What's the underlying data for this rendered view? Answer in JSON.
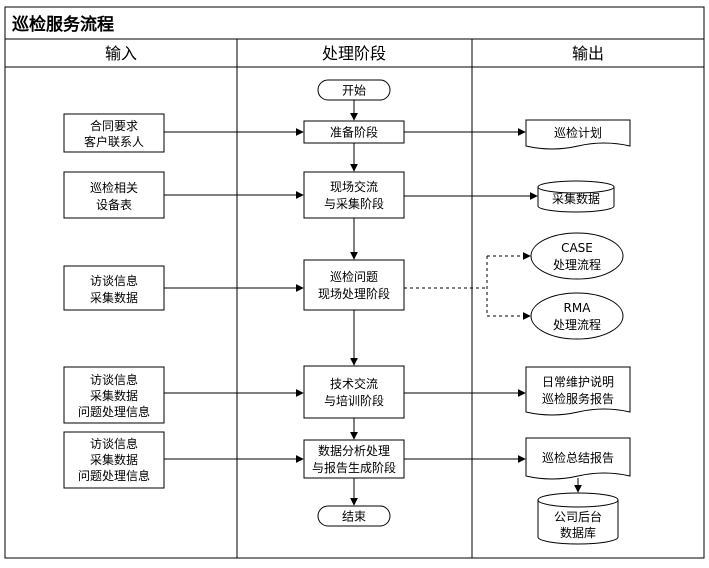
{
  "diagram": {
    "title": "巡检服务流程",
    "lanes": {
      "input": "输入",
      "process": "处理阶段",
      "output": "输出"
    },
    "process": {
      "start": "开始",
      "step1": "准备阶段",
      "step2": [
        "现场交流",
        "与采集阶段"
      ],
      "step3": [
        "巡检问题",
        "现场处理阶段"
      ],
      "step4": [
        "技术交流",
        "与培训阶段"
      ],
      "step5": [
        "数据分析处理",
        "与报告生成阶段"
      ],
      "end": "结束"
    },
    "inputs": {
      "in1": [
        "合同要求",
        "客户联系人"
      ],
      "in2": [
        "巡检相关",
        "设备表"
      ],
      "in3": [
        "访谈信息",
        "采集数据"
      ],
      "in4": [
        "访谈信息",
        "采集数据",
        "问题处理信息"
      ],
      "in5": [
        "访谈信息",
        "采集数据",
        "问题处理信息"
      ]
    },
    "outputs": {
      "out1": "巡检计划",
      "out2": "采集数据",
      "case": [
        "CASE",
        "处理流程"
      ],
      "rma": [
        "RMA",
        "处理流程"
      ],
      "out4": [
        "日常维护说明",
        "巡检服务报告"
      ],
      "out5": "巡检总结报告",
      "db": [
        "公司后台",
        "数据库"
      ]
    }
  }
}
